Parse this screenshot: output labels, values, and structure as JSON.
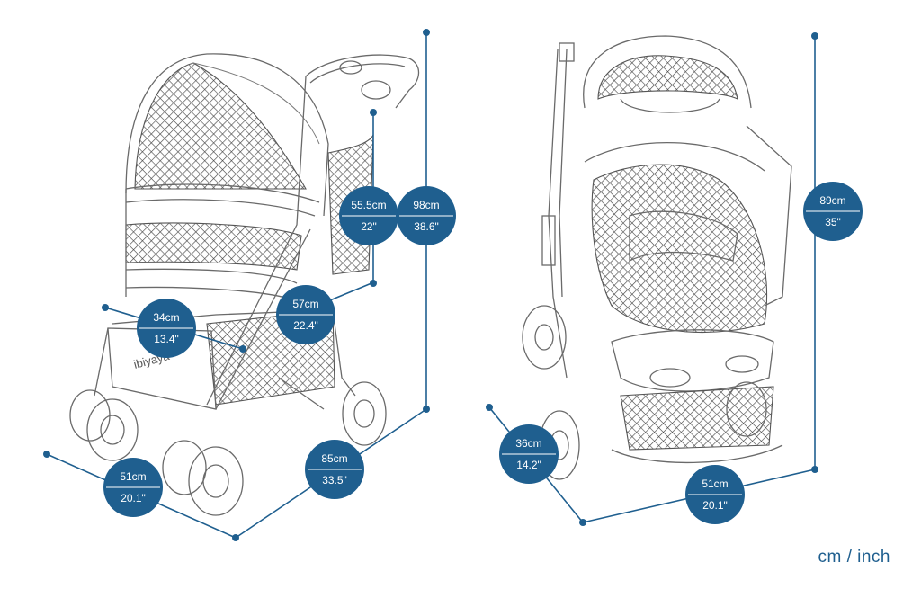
{
  "colors": {
    "dimension_blue": "#1f5f8f",
    "line_gray": "#6a6a6a",
    "background": "#ffffff"
  },
  "left_view": {
    "brand_text": "ibiyaya",
    "badges": [
      {
        "id": "b-551",
        "cm": "55.5cm",
        "inch": "22\""
      },
      {
        "id": "b-98",
        "cm": "98cm",
        "inch": "38.6\""
      },
      {
        "id": "b-34",
        "cm": "34cm",
        "inch": "13.4\""
      },
      {
        "id": "b-57",
        "cm": "57cm",
        "inch": "22.4\""
      },
      {
        "id": "b-85",
        "cm": "85cm",
        "inch": "33.5\""
      },
      {
        "id": "b-51a",
        "cm": "51cm",
        "inch": "20.1\""
      }
    ]
  },
  "right_view": {
    "badges": [
      {
        "id": "b-89",
        "cm": "89cm",
        "inch": "35\""
      },
      {
        "id": "b-36",
        "cm": "36cm",
        "inch": "14.2\""
      },
      {
        "id": "b-51b",
        "cm": "51cm",
        "inch": "20.1\""
      }
    ]
  },
  "units_label": "cm / inch"
}
